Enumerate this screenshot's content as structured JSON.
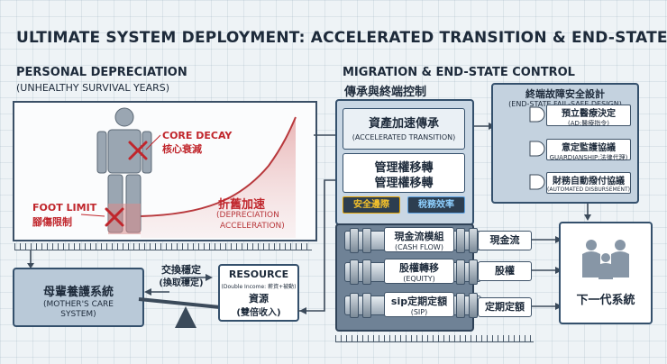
{
  "title": "ULTIMATE SYSTEM DEPLOYMENT: ACCELERATED TRANSITION & END-STATE协议",
  "left": {
    "heading": "PERSONAL DEPRECIATION",
    "subheading": "(UNHEALTHY SURVIVAL YEARS)",
    "core_decay_en": "CORE DECAY",
    "core_decay_zh": "核心衰減",
    "foot_limit_en": "FOOT LIMIT",
    "foot_limit_zh": "腳傷限制",
    "depr_zh": "折舊加速",
    "depr_en1": "(DEPRECIATION",
    "depr_en2": "ACCELERATION)"
  },
  "care": {
    "zh": "母輩養護系統",
    "en1": "(MOTHER'S CARE",
    "en2": "SYSTEM)"
  },
  "exchange": {
    "zh1": "交換穩定",
    "zh2": "(換取穩定)"
  },
  "resource": {
    "en": "RESOURCE",
    "income": "(Double Income: 薪資+被動)",
    "zh1": "資源",
    "zh2": "(雙倍收入)"
  },
  "migration": {
    "heading": "MIGRATION & END-STATE CONTROL",
    "subheading": "傳承與終端控制",
    "accel_zh": "資產加速傳承",
    "accel_en": "(ACCELERATED TRANSITION)",
    "transfer1": "管理權移轉",
    "transfer2": "管理權移轉",
    "badge_safe": "安全邊際",
    "badge_tax": "稅務效率"
  },
  "pipes": [
    {
      "zh": "現金流模組",
      "en": "(CASH FLOW)",
      "out": "現金流"
    },
    {
      "zh": "股權轉移",
      "en": "(EQUITY)",
      "out": "股權"
    },
    {
      "zh": "sip定期定額",
      "en": "(SIP)",
      "out": "定期定額"
    }
  ],
  "failsafe": {
    "heading": "終端故障安全設計",
    "subheading": "(END-STATE FAIL-SAFE DESIGN)",
    "items": [
      {
        "zh": "預立醫療決定",
        "en": "(AD:醫療指令)"
      },
      {
        "zh": "意定監護協議",
        "en": "GUARDIANSHIP:法律代理)"
      },
      {
        "zh": "財務自動撥付協議",
        "en": "(AUTOMATED DISBURSEMENT)"
      }
    ]
  },
  "next_gen": {
    "label": "下一代系統"
  }
}
